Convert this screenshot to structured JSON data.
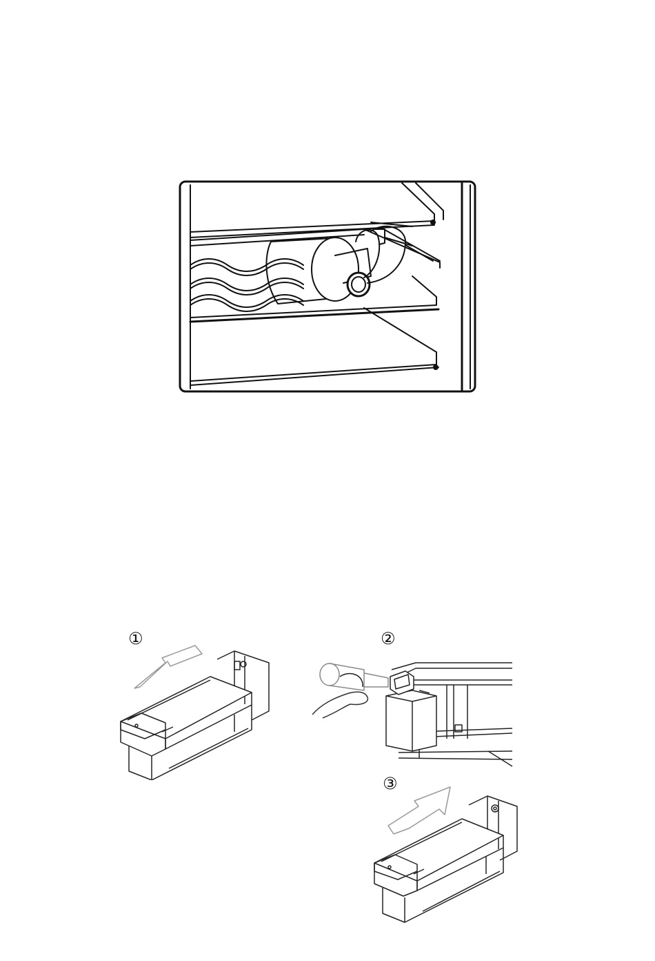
{
  "figures": {
    "wine_rack": {
      "icon": "wine-bottle-on-rack-illustration"
    },
    "water_tank_steps": [
      {
        "step_number": "①",
        "icon": "tank-slide-out-illustration"
      },
      {
        "step_number": "②",
        "icon": "tank-fill-illustration"
      },
      {
        "step_number": "③",
        "icon": "tank-slide-in-illustration"
      }
    ]
  }
}
